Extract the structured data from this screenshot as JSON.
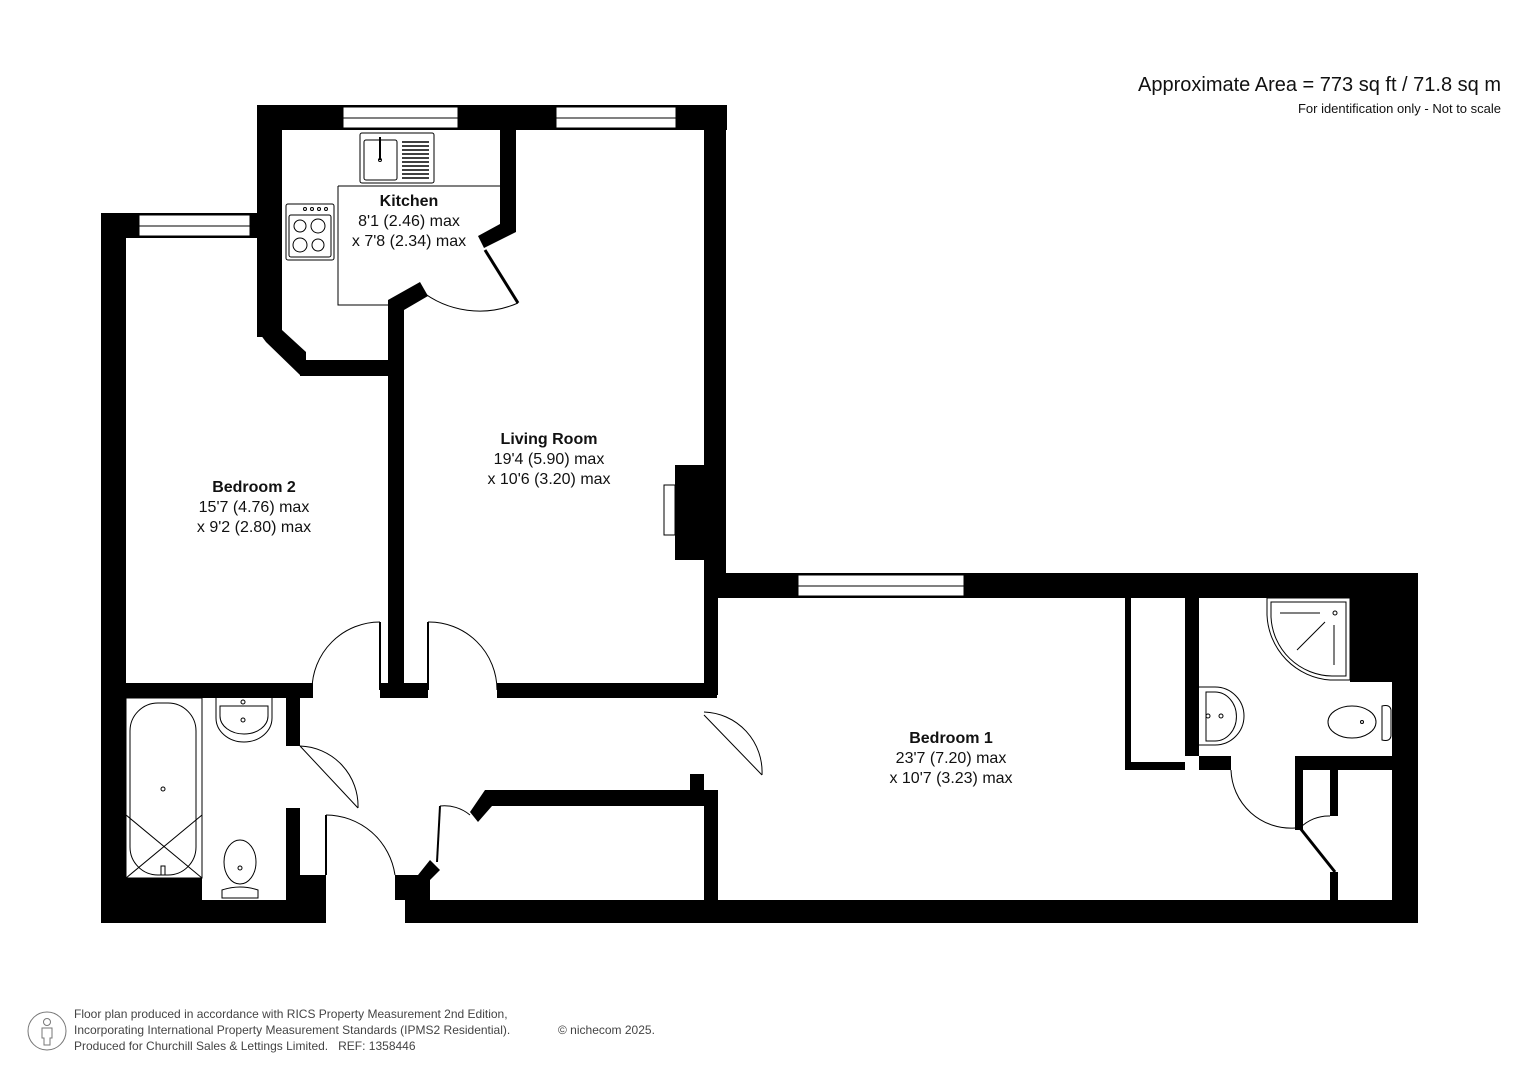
{
  "header": {
    "area": "Approximate Area = 773 sq ft / 71.8 sq m",
    "disclaimer": "For identification only - Not to scale"
  },
  "rooms": [
    {
      "name": "Kitchen",
      "dim1": "8'1 (2.46) max",
      "dim2": "x 7'8 (2.34) max"
    },
    {
      "name": "Living Room",
      "dim1": "19'4 (5.90) max",
      "dim2": "x 10'6 (3.20) max"
    },
    {
      "name": "Bedroom 2",
      "dim1": "15'7 (4.76) max",
      "dim2": "x 9'2 (2.80) max"
    },
    {
      "name": "Bedroom 1",
      "dim1": "23'7 (7.20) max",
      "dim2": "x 10'7 (3.23) max"
    }
  ],
  "fixtures": [
    "sink-icon",
    "hob-icon",
    "bath-icon",
    "basin-icon",
    "toilet-icon",
    "shower-icon",
    "fireplace-icon"
  ],
  "colors": {
    "wall": "#000000",
    "background": "#ffffff",
    "footer_text": "#444444"
  },
  "footer": {
    "line1": "Floor plan produced in accordance with RICS Property Measurement 2nd Edition,",
    "line2": "Incorporating International Property Measurement Standards (IPMS2 Residential).",
    "line3": "Produced for Churchill Sales & Lettings Limited.   REF: 1358446",
    "copyright": "© nichecom 2025."
  }
}
